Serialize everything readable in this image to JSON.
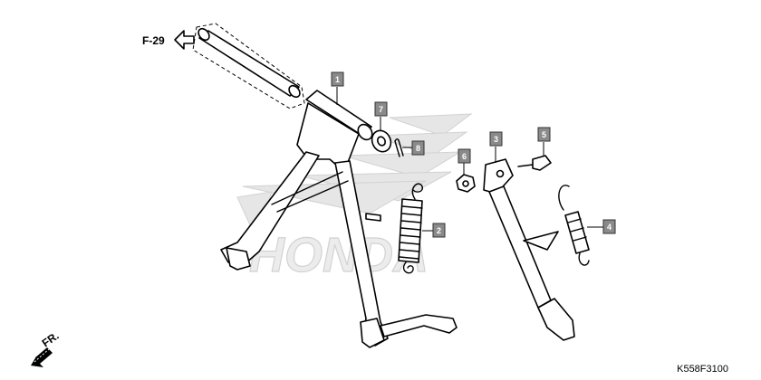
{
  "watermark": {
    "brand": "HONDA"
  },
  "reference": {
    "label": "F-29",
    "icon": "arrow-left-icon"
  },
  "direction": {
    "label": "FR.",
    "icon": "arrow-down-left-icon"
  },
  "diagram_code": "K558F3100",
  "callouts": [
    {
      "id": "callout-1",
      "number": "1",
      "part": "main-stand"
    },
    {
      "id": "callout-2",
      "number": "2",
      "part": "main-stand-spring"
    },
    {
      "id": "callout-3",
      "number": "3",
      "part": "side-stand"
    },
    {
      "id": "callout-4",
      "number": "4",
      "part": "side-stand-spring"
    },
    {
      "id": "callout-5",
      "number": "5",
      "part": "side-stand-bolt"
    },
    {
      "id": "callout-6",
      "number": "6",
      "part": "nut"
    },
    {
      "id": "callout-7",
      "number": "7",
      "part": "washer"
    },
    {
      "id": "callout-8",
      "number": "8",
      "part": "cotter-pin"
    }
  ]
}
